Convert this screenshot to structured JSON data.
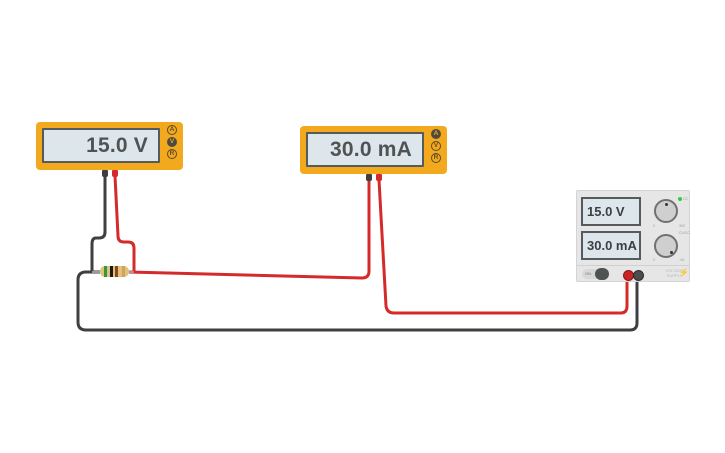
{
  "voltmeter": {
    "reading": "15.0 V",
    "modes": [
      {
        "label": "A",
        "active": false
      },
      {
        "label": "V",
        "active": true
      },
      {
        "label": "R",
        "active": false
      }
    ],
    "probes": [
      "black",
      "red"
    ]
  },
  "ammeter": {
    "reading": "30.0 mA",
    "modes": [
      {
        "label": "A",
        "active": true
      },
      {
        "label": "V",
        "active": false
      },
      {
        "label": "R",
        "active": false
      }
    ],
    "probes": [
      "black",
      "red"
    ]
  },
  "power_supply": {
    "voltage_display": "15.0 V",
    "current_display": "30.0 mA",
    "voltage_knob": {
      "min_label": "0",
      "max_label": "30V",
      "status_label": "CC"
    },
    "current_knob": {
      "min_label": "0",
      "max_label": "1A",
      "status_label": "CV/CC"
    },
    "switch_label": "ON",
    "brand_label": "VOLTAGE SUPPLY",
    "terminals": [
      "red",
      "black"
    ]
  },
  "resistor": {
    "bands": [
      "#2e9b3a",
      "#1a1a1a",
      "#8b4a1e",
      "#caa85a"
    ]
  },
  "colors": {
    "meter_body": "#f2a91e",
    "display_bg": "#dde6ea",
    "wire_red": "#d42a2a",
    "wire_black": "#3d3f40"
  }
}
